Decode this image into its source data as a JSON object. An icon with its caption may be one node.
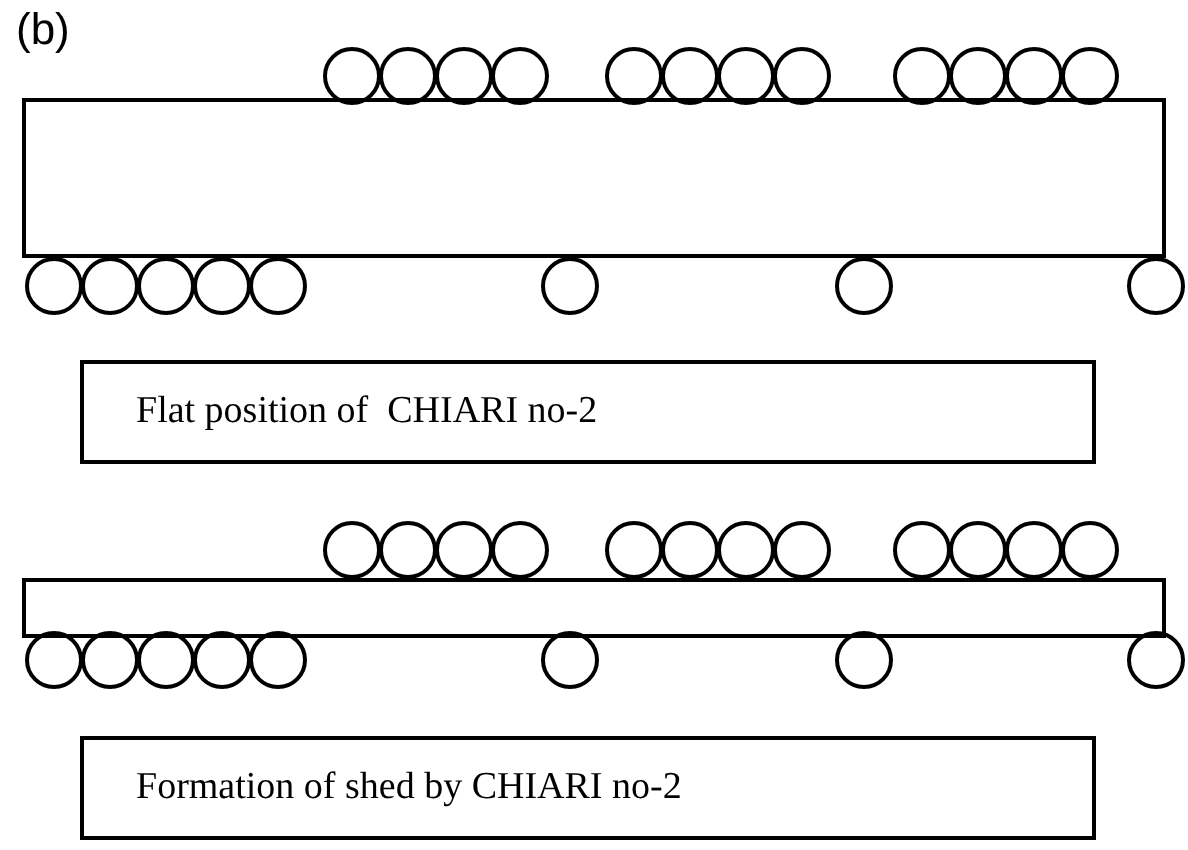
{
  "diagram": {
    "nodes": [
      {
        "text": [
          "Flat position of  CHIARI no-2"
        ]
      },
      {
        "text": [
          "Formation of shed by CHIARI no-2"
        ]
      }
    ],
    "labels": [
      "(b)"
    ]
  }
}
